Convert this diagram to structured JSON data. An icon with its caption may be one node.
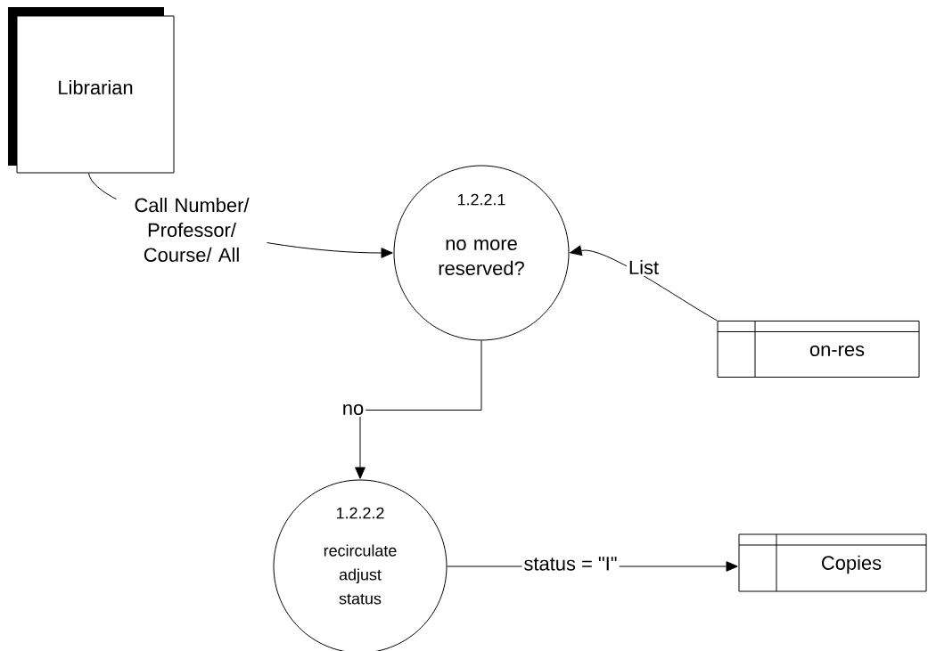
{
  "diagram": {
    "nodes": [
      {
        "text": [
          "Librarian"
        ]
      },
      {
        "text": [
          "1.2.2.1",
          "no more reserved?"
        ]
      },
      {
        "text": [
          "on-res"
        ]
      },
      {
        "text": [
          "1.2.2.2",
          "recirculate adjust status"
        ]
      },
      {
        "text": [
          "Copies"
        ]
      }
    ],
    "edges": [
      {
        "from": 0,
        "to": 1,
        "arrow": "to",
        "label": "Call Number/ Professor/ Course/ All"
      },
      {
        "from": 2,
        "to": 1,
        "arrow": "to",
        "label": "List"
      },
      {
        "from": 1,
        "to": 3,
        "arrow": "to",
        "label": "no"
      },
      {
        "from": 3,
        "to": 4,
        "arrow": "to",
        "label": "status = \"I\""
      }
    ]
  }
}
